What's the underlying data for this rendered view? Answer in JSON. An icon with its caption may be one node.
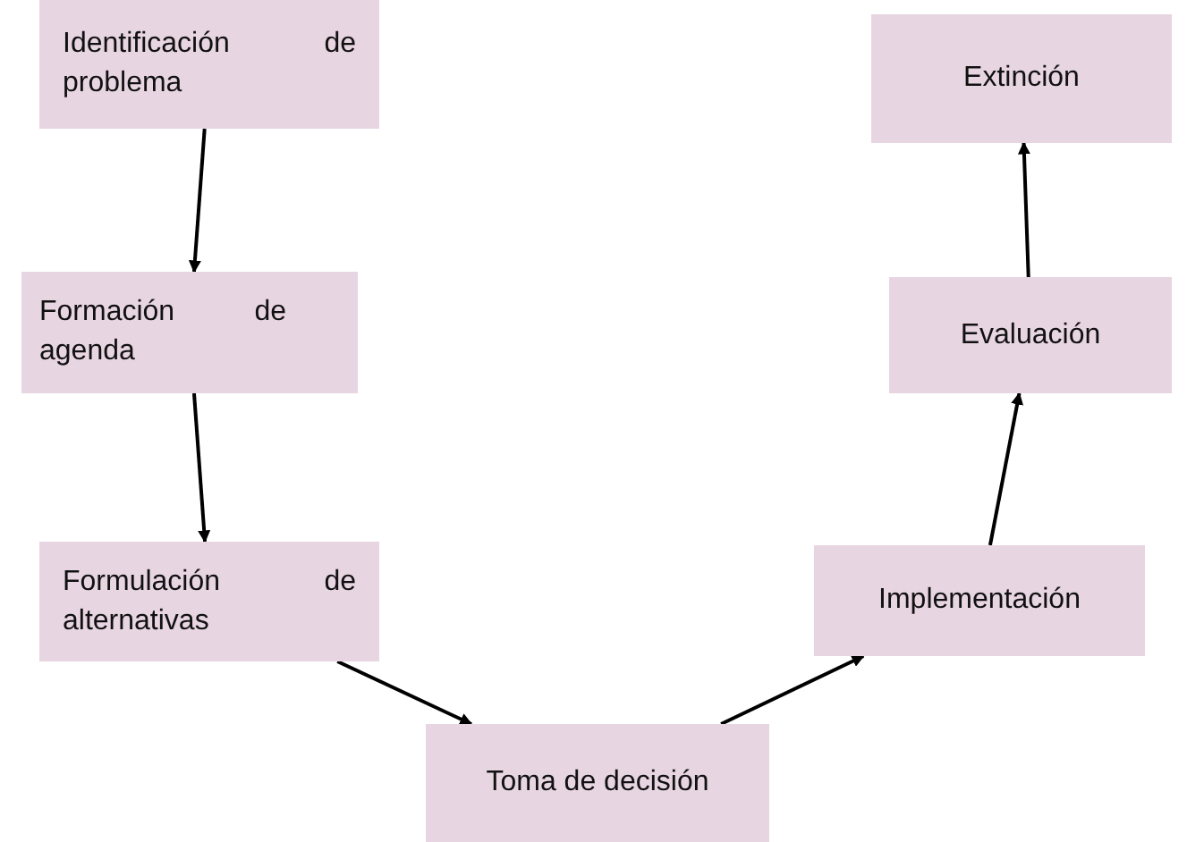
{
  "diagram": {
    "nodes": [
      {
        "text": [
          "Identificación de problema"
        ]
      },
      {
        "text": [
          "Formación de agenda"
        ]
      },
      {
        "text": [
          "Formulación de alternativas"
        ]
      },
      {
        "text": [
          "Toma de decisión"
        ]
      },
      {
        "text": [
          "Implementación"
        ]
      },
      {
        "text": [
          "Evaluación"
        ]
      },
      {
        "text": [
          "Extinción"
        ]
      }
    ],
    "edges": [
      {
        "from": 0,
        "to": 1,
        "arrow": "to"
      },
      {
        "from": 1,
        "to": 2,
        "arrow": "to"
      },
      {
        "from": 2,
        "to": 3,
        "arrow": "to"
      },
      {
        "from": 3,
        "to": 4,
        "arrow": "to"
      },
      {
        "from": 4,
        "to": 5,
        "arrow": "to"
      },
      {
        "from": 5,
        "to": 6,
        "arrow": "to"
      }
    ]
  }
}
